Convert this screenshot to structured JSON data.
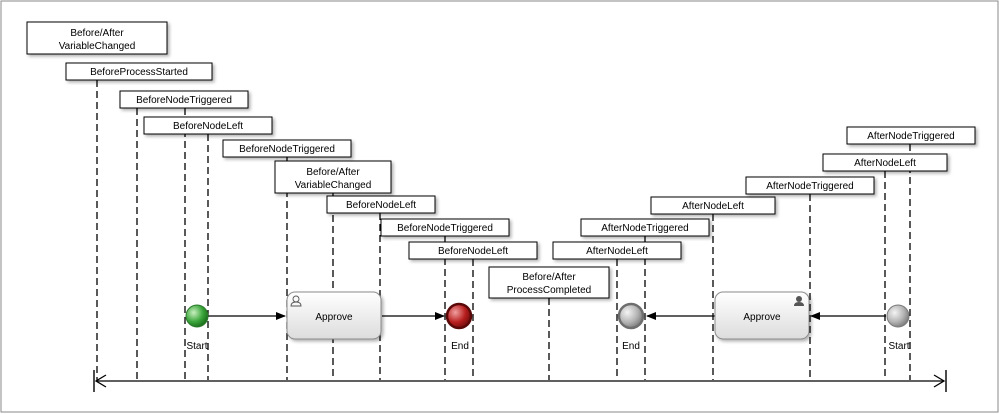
{
  "event_labels": [
    {
      "line1": "Before/After",
      "line2": "VariableChanged"
    },
    {
      "line1": "BeforeProcessStarted"
    },
    {
      "line1": "BeforeNodeTriggered"
    },
    {
      "line1": "BeforeNodeLeft"
    },
    {
      "line1": "BeforeNodeTriggered"
    },
    {
      "line1": "Before/After",
      "line2": "VariableChanged"
    },
    {
      "line1": "BeforeNodeLeft"
    },
    {
      "line1": "BeforeNodeTriggered"
    },
    {
      "line1": "BeforeNodeLeft"
    },
    {
      "line1": "Before/After",
      "line2": "ProcessCompleted"
    },
    {
      "line1": "AfterNodeLeft"
    },
    {
      "line1": "AfterNodeTriggered"
    },
    {
      "line1": "AfterNodeLeft"
    },
    {
      "line1": "AfterNodeTriggered"
    },
    {
      "line1": "AfterNodeLeft"
    },
    {
      "line1": "AfterNodeTriggered"
    }
  ],
  "process_nodes": {
    "start_left": "Start",
    "approve_left": "Approve",
    "end_left": "End",
    "end_right": "End",
    "approve_right": "Approve",
    "start_right": "Start"
  },
  "icons": {
    "task": "user-task-icon",
    "task_filled": "user-task-filled-icon"
  },
  "colors": {
    "start_event": "#3aa53a",
    "end_event": "#b81e1e",
    "inactive_event": "#a8a8a8",
    "task_fill": "#f0f0f0"
  }
}
